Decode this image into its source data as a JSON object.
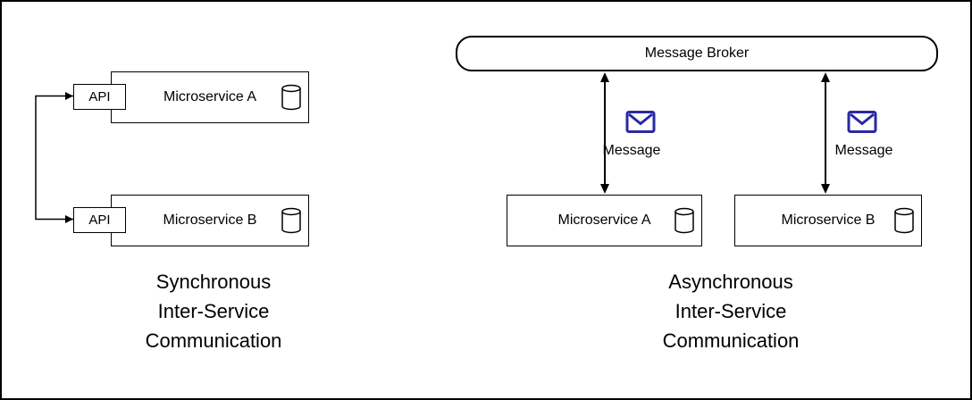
{
  "sync_section": {
    "caption_lines": [
      "Synchronous",
      "Inter-Service",
      "Communication"
    ],
    "services": [
      {
        "name": "Microservice A",
        "api": "API"
      },
      {
        "name": "Microservice B",
        "api": "API"
      }
    ]
  },
  "async_section": {
    "caption_lines": [
      "Asynchronous",
      "Inter-Service",
      "Communication"
    ],
    "broker": "Message Broker",
    "message_label": "Message",
    "services": [
      {
        "name": "Microservice A"
      },
      {
        "name": "Microservice B"
      }
    ]
  },
  "icons": {
    "database-icon": "svg-cylinder",
    "envelope-icon": "svg-mail-envelope",
    "arrow-icon": "svg-double-headed-arrow"
  },
  "colors": {
    "stroke": "#000000",
    "envelope": "#2929a3",
    "background": "#ffffff"
  }
}
